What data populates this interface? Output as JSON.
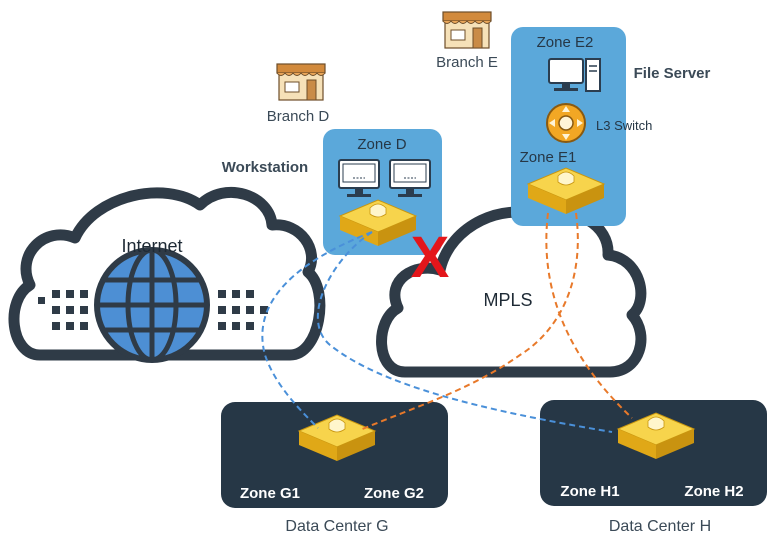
{
  "diagram": {
    "branches": {
      "d": {
        "label": "Branch D"
      },
      "e": {
        "label": "Branch E"
      }
    },
    "clouds": {
      "internet": {
        "label": "Internet"
      },
      "mpls": {
        "label": "MPLS"
      }
    },
    "zones": {
      "d": {
        "label": "Zone D",
        "role_label": "Workstation"
      },
      "e2": {
        "label": "Zone E2",
        "role_label": "File Server"
      },
      "e1": {
        "label": "Zone E1"
      },
      "switch_label": "L3 Switch"
    },
    "data_centers": {
      "g": {
        "label": "Data Center G",
        "zone_left": "Zone G1",
        "zone_right": "Zone G2"
      },
      "h": {
        "label": "Data Center H",
        "zone_left": "Zone H1",
        "zone_right": "Zone H2"
      }
    },
    "failure_marker": "X",
    "colors": {
      "zone_fill": "#5ba8da",
      "dc_fill": "#263746",
      "internet_link": "#4a90d9",
      "mpls_link": "#e8792a",
      "failure": "#e3161b",
      "appliance": "#f2c12e"
    }
  }
}
